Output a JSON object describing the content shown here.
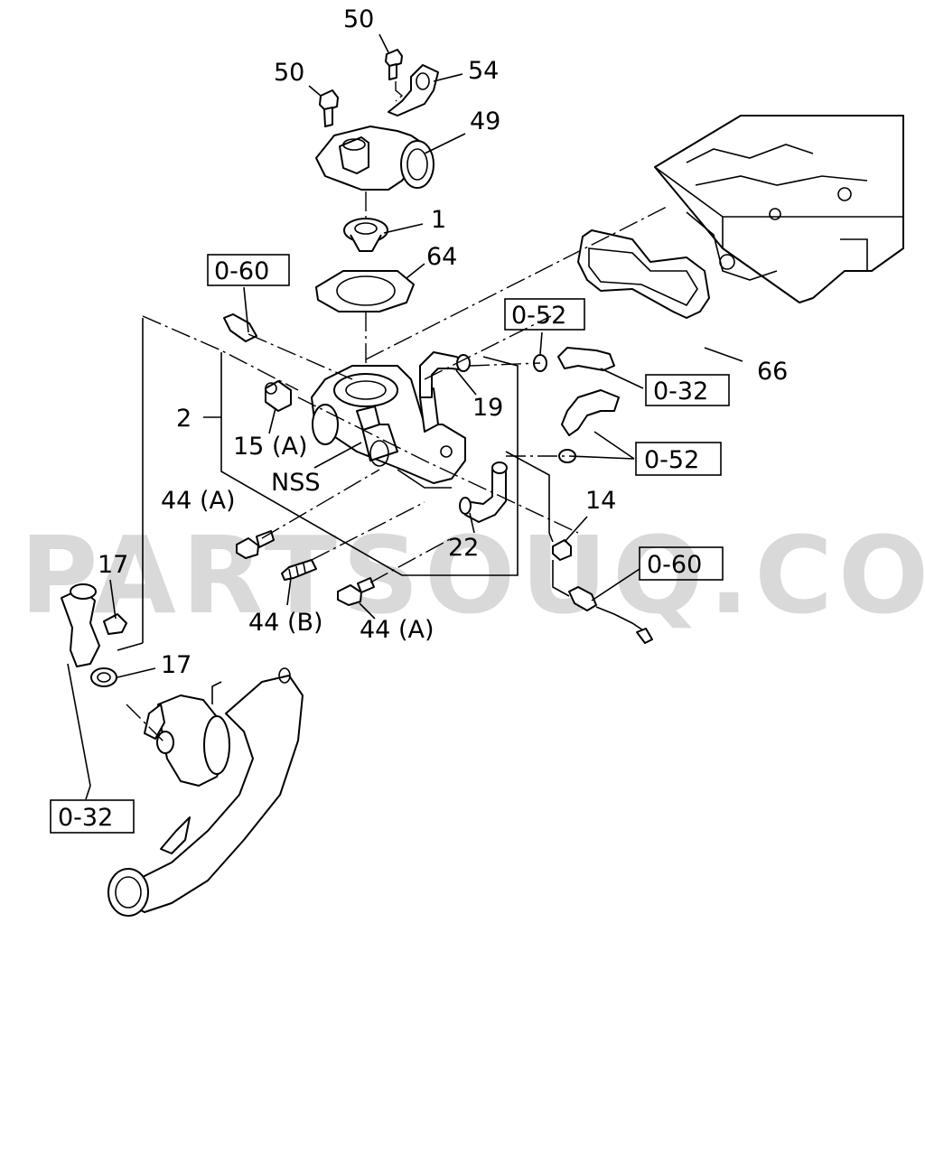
{
  "watermark": "PARTSOUQ.COM",
  "labels": {
    "p50a": "50",
    "p50b": "50",
    "p54": "54",
    "p49": "49",
    "p1": "1",
    "p64": "64",
    "p66": "66",
    "p19": "19",
    "p2": "2",
    "p15a": "15 (A)",
    "nss": "NSS",
    "p44a1": "44 (A)",
    "p44b": "44 (B)",
    "p44a2": "44 (A)",
    "p22": "22",
    "p14": "14",
    "p17a": "17",
    "p17b": "17"
  },
  "ref_boxes": {
    "r060a": "0-60",
    "r052a": "0-52",
    "r032a": "0-32",
    "r052b": "0-52",
    "r060b": "0-60",
    "r032b": "0-32"
  }
}
